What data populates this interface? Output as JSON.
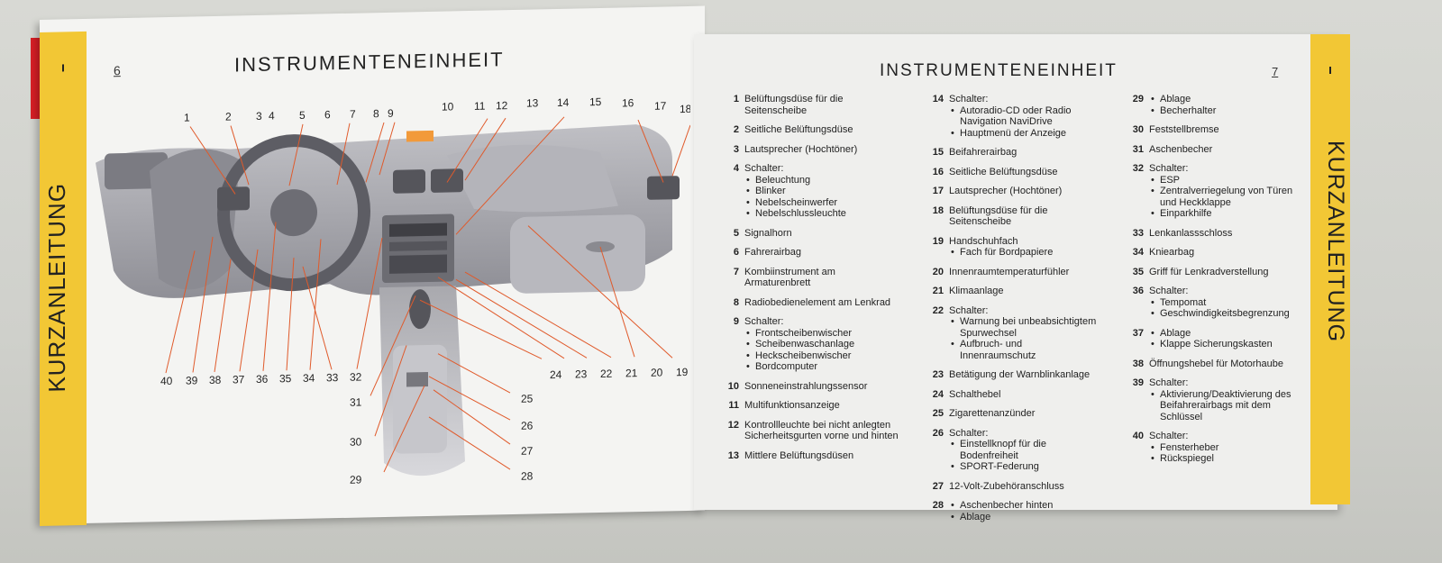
{
  "left_page": {
    "side_label": "KURZANLEITUNG",
    "page_number": "6",
    "title": "INSTRUMENTENEINHEIT",
    "callouts": [
      "1",
      "2",
      "3",
      "4",
      "5",
      "6",
      "7",
      "8",
      "9",
      "10",
      "11",
      "12",
      "13",
      "14",
      "15",
      "16",
      "17",
      "18",
      "19",
      "20",
      "21",
      "22",
      "23",
      "24",
      "25",
      "26",
      "27",
      "28",
      "29",
      "30",
      "31",
      "32",
      "33",
      "34",
      "35",
      "36",
      "37",
      "38",
      "39",
      "40"
    ]
  },
  "right_page": {
    "side_label": "KURZANLEITUNG",
    "page_number": "7",
    "title": "INSTRUMENTENEINHEIT",
    "columns": [
      [
        {
          "n": "1",
          "text": "Belüftungsdüse für die Seitenscheibe",
          "items": []
        },
        {
          "n": "2",
          "text": "Seitliche Belüftungsdüse",
          "items": []
        },
        {
          "n": "3",
          "text": "Lautsprecher (Hochtöner)",
          "items": []
        },
        {
          "n": "4",
          "text": "Schalter:",
          "items": [
            "Beleuchtung",
            "Blinker",
            "Nebelscheinwerfer",
            "Nebelschlussleuchte"
          ]
        },
        {
          "n": "5",
          "text": "Signalhorn",
          "items": []
        },
        {
          "n": "6",
          "text": "Fahrerairbag",
          "items": []
        },
        {
          "n": "7",
          "text": "Kombiinstrument am Armaturenbrett",
          "items": []
        },
        {
          "n": "8",
          "text": "Radiobedienelement am Lenkrad",
          "items": []
        },
        {
          "n": "9",
          "text": "Schalter:",
          "items": [
            "Frontscheibenwischer",
            "Scheibenwaschanlage",
            "Heckscheibenwischer",
            "Bordcomputer"
          ]
        },
        {
          "n": "10",
          "text": "Sonneneinstrahlungssensor",
          "items": []
        },
        {
          "n": "11",
          "text": "Multifunktionsanzeige",
          "items": []
        },
        {
          "n": "12",
          "text": "Kontrollleuchte bei nicht anlegten Sicherheitsgurten vorne und hinten",
          "items": []
        },
        {
          "n": "13",
          "text": "Mittlere Belüftungsdüsen",
          "items": []
        }
      ],
      [
        {
          "n": "14",
          "text": "Schalter:",
          "items": [
            "Autoradio-CD oder Radio Navigation NaviDrive",
            "Hauptmenü der Anzeige"
          ]
        },
        {
          "n": "15",
          "text": "Beifahrerairbag",
          "items": []
        },
        {
          "n": "16",
          "text": "Seitliche Belüftungsdüse",
          "items": []
        },
        {
          "n": "17",
          "text": "Lautsprecher (Hochtöner)",
          "items": []
        },
        {
          "n": "18",
          "text": "Belüftungsdüse für die Seitenscheibe",
          "items": []
        },
        {
          "n": "19",
          "text": "Handschuhfach",
          "items": [
            "Fach für Bordpapiere"
          ]
        },
        {
          "n": "20",
          "text": "Innenraumtemperaturfühler",
          "items": []
        },
        {
          "n": "21",
          "text": "Klimaanlage",
          "items": []
        },
        {
          "n": "22",
          "text": "Schalter:",
          "items": [
            "Warnung bei unbeabsichtigtem Spurwechsel",
            "Aufbruch- und Innenraumschutz"
          ]
        },
        {
          "n": "23",
          "text": "Betätigung der Warnblinkanlage",
          "items": []
        },
        {
          "n": "24",
          "text": "Schalthebel",
          "items": []
        },
        {
          "n": "25",
          "text": "Zigarettenanzünder",
          "items": []
        },
        {
          "n": "26",
          "text": "Schalter:",
          "items": [
            "Einstellknopf für die Bodenfreiheit",
            "SPORT-Federung"
          ]
        },
        {
          "n": "27",
          "text": "12-Volt-Zubehöranschluss",
          "items": []
        },
        {
          "n": "28",
          "text": "",
          "items": [
            "Aschenbecher hinten",
            "Ablage"
          ]
        }
      ],
      [
        {
          "n": "29",
          "text": "",
          "items": [
            "Ablage",
            "Becherhalter"
          ]
        },
        {
          "n": "30",
          "text": "Feststellbremse",
          "items": []
        },
        {
          "n": "31",
          "text": "Aschenbecher",
          "items": []
        },
        {
          "n": "32",
          "text": "Schalter:",
          "items": [
            "ESP",
            "Zentralverriegelung von Türen und Heckklappe",
            "Einparkhilfe"
          ]
        },
        {
          "n": "33",
          "text": "Lenkanlassschloss",
          "items": []
        },
        {
          "n": "34",
          "text": "Kniearbag",
          "items": []
        },
        {
          "n": "35",
          "text": "Griff für Lenkradverstellung",
          "items": []
        },
        {
          "n": "36",
          "text": "Schalter:",
          "items": [
            "Tempomat",
            "Geschwindigkeitsbegrenzung"
          ]
        },
        {
          "n": "37",
          "text": "",
          "items": [
            "Ablage",
            "Klappe Sicherungskasten"
          ]
        },
        {
          "n": "38",
          "text": "Öffnungshebel für Motorhaube",
          "items": []
        },
        {
          "n": "39",
          "text": "Schalter:",
          "items": [
            "Aktivierung/Deaktivierung des Beifahrerairbags mit dem Schlüssel"
          ]
        },
        {
          "n": "40",
          "text": "Schalter:",
          "items": [
            "Fensterheber",
            "Rückspiegel"
          ]
        }
      ]
    ]
  },
  "colors": {
    "tab_yellow": "#f2c735",
    "accent_red": "#d91f26",
    "leader_line": "#e05a2b"
  }
}
